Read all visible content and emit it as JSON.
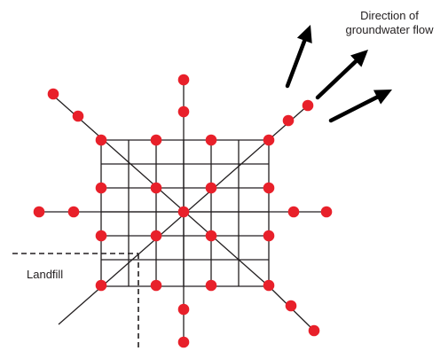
{
  "labels": {
    "flow_line1": "Direction of",
    "flow_line2": "groundwater flow",
    "landfill": "Landfill"
  },
  "colors": {
    "well": "#e8202a",
    "line": "#231f20",
    "arrow": "#000000"
  }
}
